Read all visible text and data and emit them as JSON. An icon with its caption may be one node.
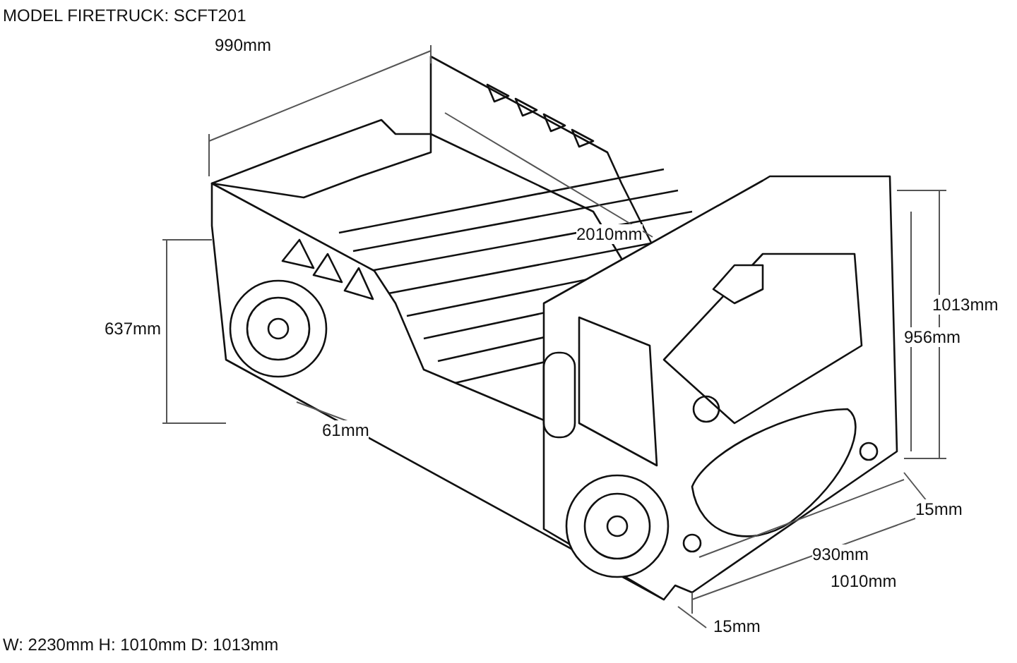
{
  "diagram": {
    "title": "MODEL FIRETRUCK: SCFT201",
    "caption": "W: 2230mm H: 1010mm D: 1013mm",
    "labels": [
      "990mm",
      "2010mm",
      "1013mm",
      "637mm",
      "956mm",
      "61mm",
      "15mm",
      "930mm",
      "1010mm",
      "15mm"
    ]
  }
}
